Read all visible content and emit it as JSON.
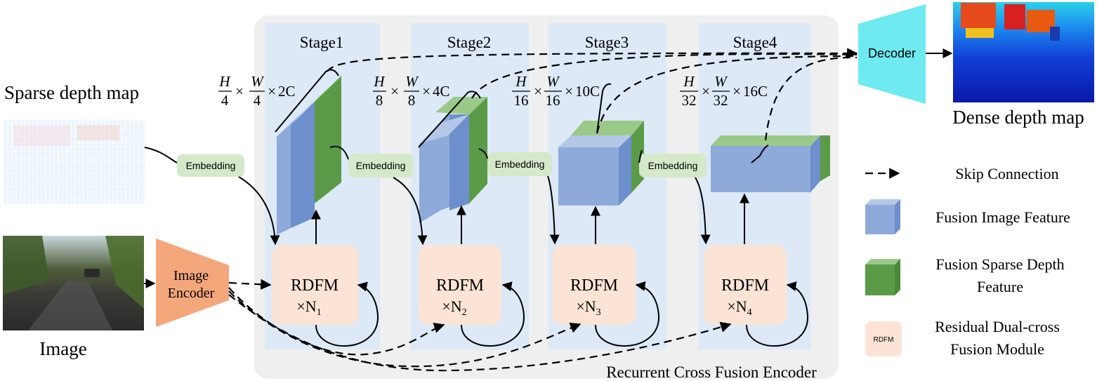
{
  "labels": {
    "sparse_depth_map": "Sparse depth map",
    "image": "Image",
    "image_encoder_line1": "Image",
    "image_encoder_line2": "Encoder",
    "decoder": "Decoder",
    "dense_depth_map": "Dense depth map",
    "encoder_title": "Recurrent Cross Fusion Encoder"
  },
  "stages": [
    {
      "title": "Stage1",
      "dim_h": "H",
      "dim_hden": "4",
      "dim_w": "W",
      "dim_wden": "4",
      "dim_c": "2C",
      "rdfm": "RDFM",
      "n_label": "×N",
      "n_sub": "1",
      "embedding": "Embedding"
    },
    {
      "title": "Stage2",
      "dim_h": "H",
      "dim_hden": "8",
      "dim_w": "W",
      "dim_wden": "8",
      "dim_c": "4C",
      "rdfm": "RDFM",
      "n_label": "×N",
      "n_sub": "2",
      "embedding": "Embedding"
    },
    {
      "title": "Stage3",
      "dim_h": "H",
      "dim_hden": "16",
      "dim_w": "W",
      "dim_wden": "16",
      "dim_c": "10C",
      "rdfm": "RDFM",
      "n_label": "×N",
      "n_sub": "3",
      "embedding": "Embedding"
    },
    {
      "title": "Stage4",
      "dim_h": "H",
      "dim_hden": "32",
      "dim_w": "W",
      "dim_wden": "32",
      "dim_c": "16C",
      "rdfm": "RDFM",
      "n_label": "×N",
      "n_sub": "4",
      "embedding": "Embedding"
    }
  ],
  "times": "×",
  "legend": {
    "skip_connection": "Skip Connection",
    "fusion_image_feature": "Fusion Image Feature",
    "fusion_sparse_line1": "Fusion Sparse Depth",
    "fusion_sparse_line2": "Feature",
    "rdfm_swatch": "RDFM",
    "rdfm_line1": "Residual Dual-cross",
    "rdfm_line2": "Fusion Module"
  },
  "colors": {
    "encoder_bg": "#efefef",
    "stage_bg": "#dde9f6",
    "image_feature": "#8eaadb",
    "image_feature_dark": "#6d8fcc",
    "sparse_feature": "#5b9b48",
    "sparse_feature_light": "#9bc98a",
    "rdfm_fill": "#fbe4d5",
    "embedding_fill": "#d5e8c9",
    "encoder_fill": "#f4a77b",
    "decoder_fill": "#6feaf0"
  }
}
